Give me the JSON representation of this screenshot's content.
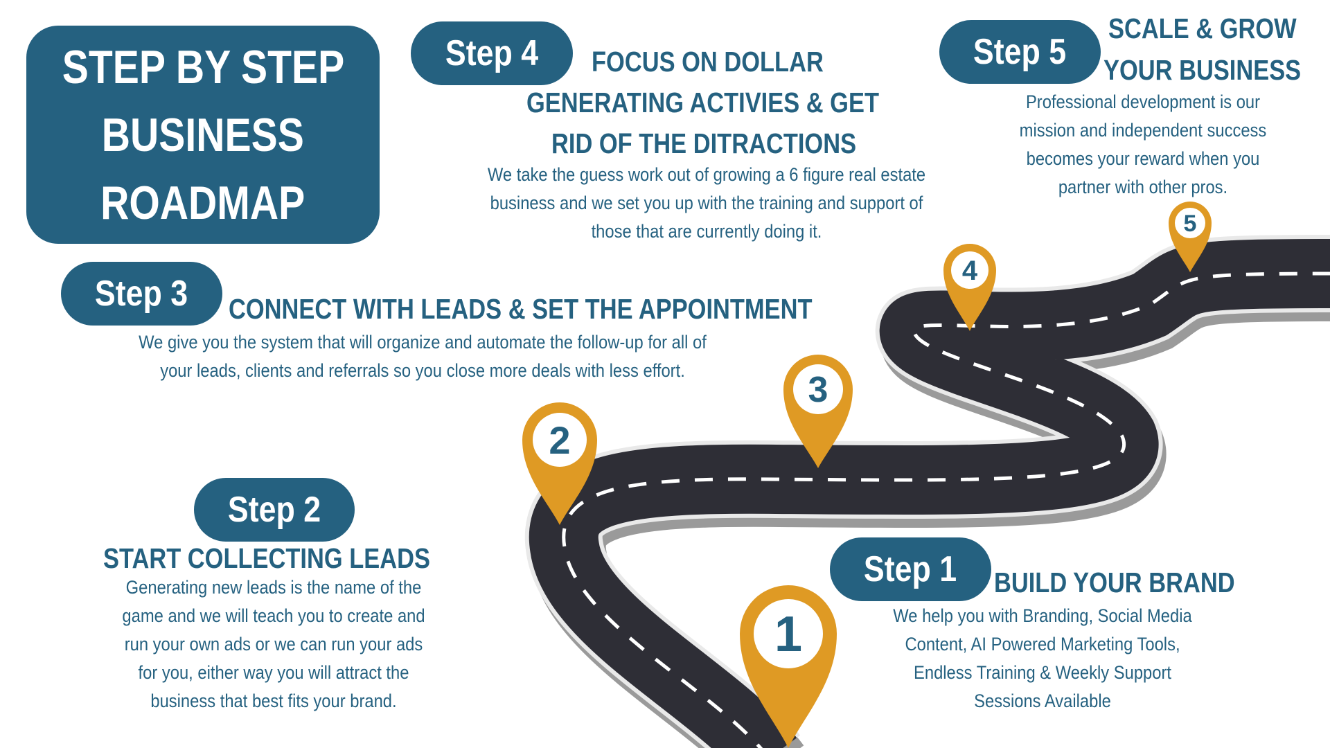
{
  "title": {
    "lines": [
      "STEP BY STEP",
      "BUSINESS",
      "ROADMAP"
    ]
  },
  "steps": [
    {
      "label": "Step 1",
      "heading_lines": [
        "BUILD YOUR BRAND"
      ],
      "body_lines": [
        "We help you with Branding, Social Media",
        "Content, AI Powered Marketing Tools,",
        "Endless Training & Weekly Support",
        "Sessions Available"
      ]
    },
    {
      "label": "Step 2",
      "heading_lines": [
        "START COLLECTING  LEADS"
      ],
      "body_lines": [
        "Generating new leads is the name of the",
        "game and we will teach you to create and",
        "run your own ads or we can run your ads",
        "for you, either way you will attract the",
        "business that best fits your brand."
      ]
    },
    {
      "label": "Step 3",
      "heading_lines": [
        "CONNECT WITH LEADS & SET THE APPOINTMENT"
      ],
      "body_lines": [
        "We give you the system that will organize and automate the follow-up for all of",
        "your leads, clients and referrals so you close more deals with less effort."
      ]
    },
    {
      "label": "Step 4",
      "heading_lines": [
        "FOCUS ON DOLLAR",
        "GENERATING ACTIVIES & GET",
        "RID OF THE DITRACTIONS"
      ],
      "body_lines": [
        "We take the guess work out of growing a 6 figure real estate",
        "business and we set you up with the training and support of",
        "those that are currently doing it."
      ]
    },
    {
      "label": "Step 5",
      "heading_lines": [
        "SCALE & GROW",
        "YOUR BUSINESS"
      ],
      "body_lines": [
        "Professional development is our",
        "mission and independent success",
        "becomes your reward when you",
        "partner with other pros."
      ]
    }
  ],
  "markers": [
    "1",
    "2",
    "3",
    "4",
    "5"
  ],
  "colors": {
    "primary": "#256180",
    "accent": "#DF9A24",
    "road": "#2E2E36",
    "road_edge": "#9A9A9A"
  }
}
